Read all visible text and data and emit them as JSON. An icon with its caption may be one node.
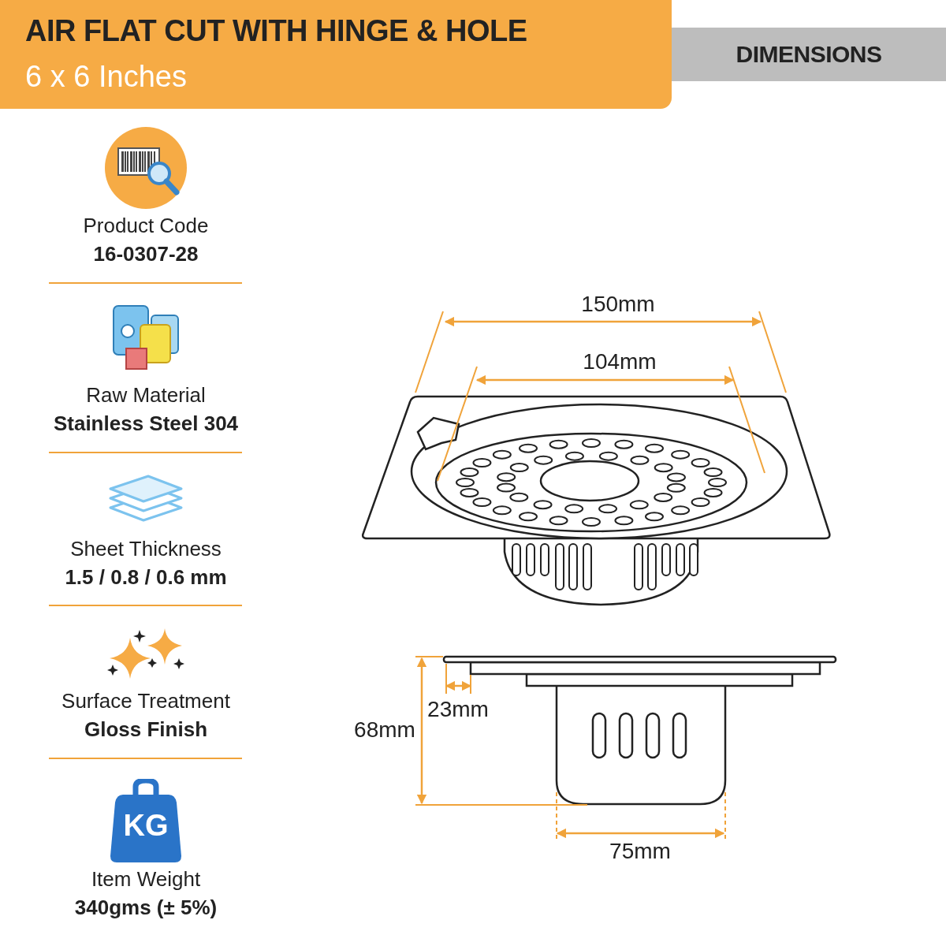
{
  "diagram": {
    "title": "AIR FLAT CUT WITH HINGE & HOLE",
    "labels": [
      "6 x 6 Inches",
      "DIMENSIONS",
      "Product Code",
      "16-0307-28",
      "Raw Material",
      "Stainless Steel 304",
      "Sheet Thickness",
      "1.5 / 0.8 / 0.6 mm",
      "Surface Treatment",
      "Gloss Finish",
      "Item Weight",
      "340gms (± 5%)",
      "KG",
      "150mm",
      "104mm",
      "23mm",
      "68mm",
      "75mm"
    ]
  }
}
